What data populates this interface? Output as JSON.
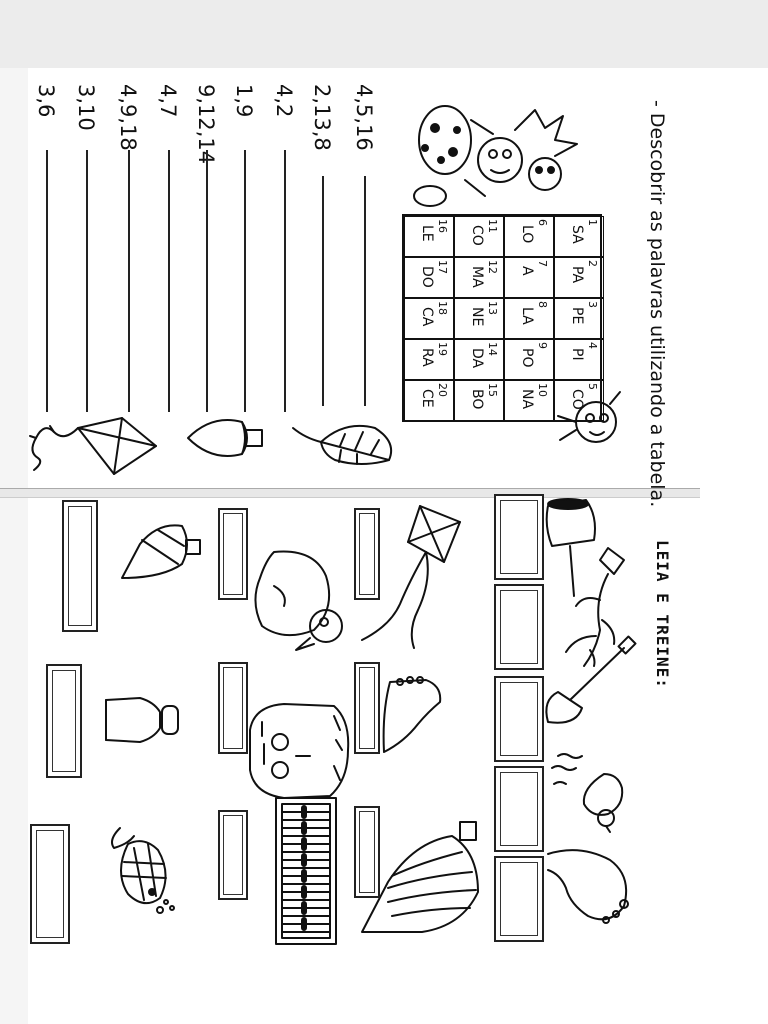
{
  "instruction": "- Descobrir as palavras utilizando a tabela.",
  "syllable_table": [
    {
      "num": "1",
      "syl": "SA"
    },
    {
      "num": "2",
      "syl": "PA"
    },
    {
      "num": "3",
      "syl": "PE"
    },
    {
      "num": "4",
      "syl": "PI"
    },
    {
      "num": "5",
      "syl": "CO"
    },
    {
      "num": "6",
      "syl": "LO"
    },
    {
      "num": "7",
      "syl": "A"
    },
    {
      "num": "8",
      "syl": "LA"
    },
    {
      "num": "9",
      "syl": "PO"
    },
    {
      "num": "10",
      "syl": "NA"
    },
    {
      "num": "11",
      "syl": "CO"
    },
    {
      "num": "12",
      "syl": "MA"
    },
    {
      "num": "13",
      "syl": "NE"
    },
    {
      "num": "14",
      "syl": "DA"
    },
    {
      "num": "15",
      "syl": "BO"
    },
    {
      "num": "16",
      "syl": "LE"
    },
    {
      "num": "17",
      "syl": "DO"
    },
    {
      "num": "18",
      "syl": "CA"
    },
    {
      "num": "19",
      "syl": "RA"
    },
    {
      "num": "20",
      "syl": "CE"
    }
  ],
  "codes": [
    "4,5,16",
    "2,13,8",
    "4,2",
    "1,9",
    "9,12,14",
    "4,7",
    "4,9,18",
    "3,10",
    "3,6"
  ],
  "section_title": "LEIA E TREINE:",
  "picture_icons": [
    "leaf-icon",
    "spinning-top-icon",
    "kite-icon",
    "pan-icon",
    "root-plant-icon",
    "shovel-icon",
    "duck-on-water-icon",
    "foot-icon",
    "vase-icon",
    "piano-icon",
    "face-icon",
    "fish-icon"
  ]
}
